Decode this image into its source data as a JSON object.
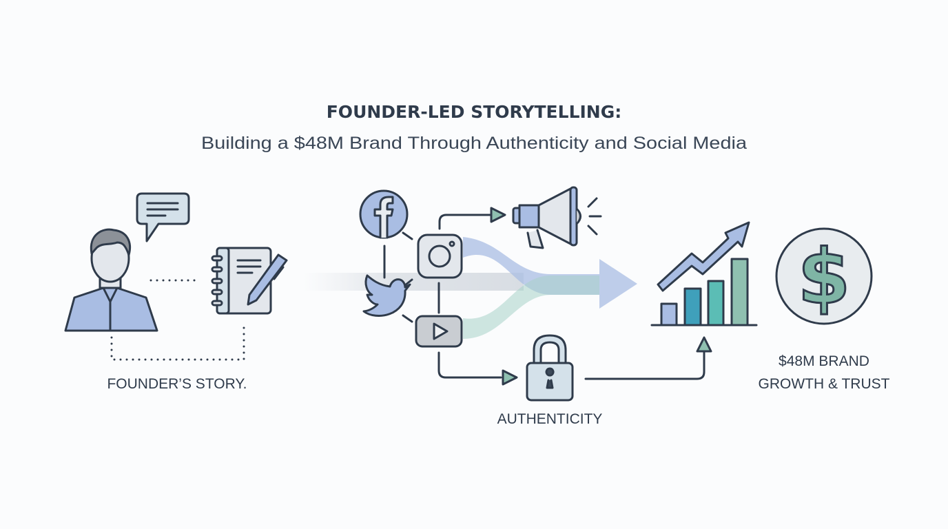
{
  "title": "FOUNDER-LED STORYTELLING:",
  "subtitle": "Building a $48M Brand Through Authenticity and Social Media",
  "labels": {
    "founder": "FOUNDER’S STORY.",
    "authenticity": "AUTHENTICITY",
    "growth_line1": "$48M BRAND",
    "growth_line2": "GROWTH & TRUST"
  },
  "icons": [
    "person-icon",
    "speech-bubble-icon",
    "notebook-icon",
    "pen-icon",
    "facebook-icon",
    "instagram-icon",
    "twitter-icon",
    "youtube-icon",
    "megaphone-icon",
    "flow-arrow-icon",
    "lock-icon",
    "bar-chart-icon",
    "trend-arrow-icon",
    "dollar-coin-icon"
  ],
  "colors": {
    "ink": "#2f3b4b",
    "blue": "#a9bde3",
    "teal": "#3fa0bb",
    "mint": "#5bbdb5",
    "green": "#8fc0b0",
    "grey": "#dfe3e8"
  }
}
